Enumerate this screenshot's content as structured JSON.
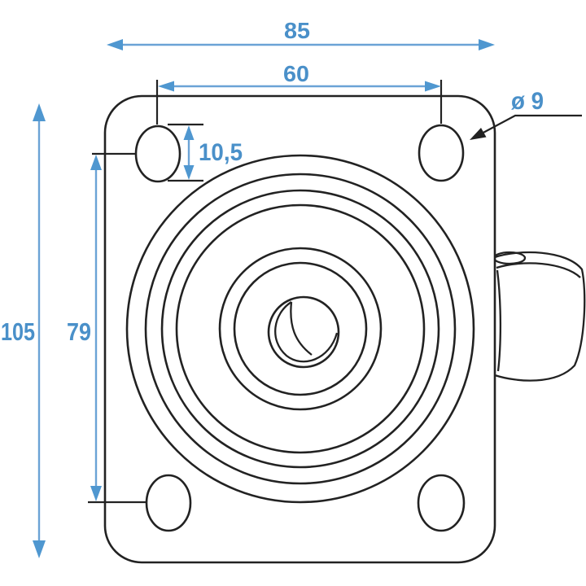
{
  "drawing": {
    "title": "caster-mounting-plate-top-view",
    "colors": {
      "outline": "#222222",
      "dimension_line": "#6ba3d6",
      "dimension_arrow": "#4f97d0",
      "dimension_text": "#4a90c9",
      "background": "#ffffff"
    },
    "dimensions": {
      "overall_width": "85",
      "bolt_spacing_width": "60",
      "slot_length": "10,5",
      "overall_height": "105",
      "bolt_spacing_height": "79",
      "bolt_hole_diameter": "ø 9"
    }
  }
}
